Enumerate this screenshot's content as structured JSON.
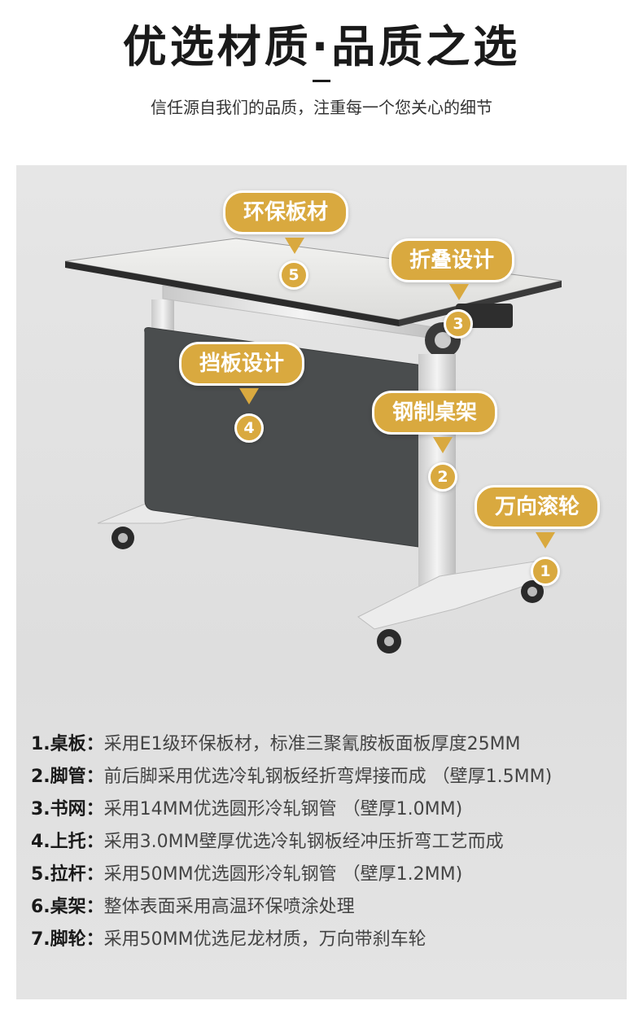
{
  "header": {
    "title": "优选材质·品质之选",
    "subtitle": "信任源自我们的品质，注重每一个您关心的细节"
  },
  "callouts": [
    {
      "label": "环保板材",
      "number": "5"
    },
    {
      "label": "折叠设计",
      "number": "3"
    },
    {
      "label": "挡板设计",
      "number": "4"
    },
    {
      "label": "钢制桌架",
      "number": "2"
    },
    {
      "label": "万向滚轮",
      "number": "1"
    }
  ],
  "specs": [
    {
      "label": "1.桌板：",
      "value": "采用E1级环保板材，标准三聚氰胺板面板厚度25MM"
    },
    {
      "label": "2.脚管：",
      "value": "前后脚采用优选冷轧钢板经折弯焊接而成 （壁厚1.5MM)"
    },
    {
      "label": "3.书网：",
      "value": "采用14MM优选圆形冷轧钢管 （壁厚1.0MM)"
    },
    {
      "label": "4.上托：",
      "value": "采用3.0MM壁厚优选冷轧钢板经冲压折弯工艺而成"
    },
    {
      "label": "5.拉杆：",
      "value": "采用50MM优选圆形冷轧钢管 （壁厚1.2MM)"
    },
    {
      "label": "6.桌架：",
      "value": "整体表面采用高温环保喷涂处理"
    },
    {
      "label": "7.脚轮：",
      "value": "采用50MM优选尼龙材质，万向带刹车轮"
    }
  ],
  "colors": {
    "accent": "#d9a93f",
    "panel": "#e2e2e2",
    "modesty_panel": "#4a4d4e"
  },
  "icons": [
    "down-arrow-icon",
    "folding-table-image"
  ]
}
